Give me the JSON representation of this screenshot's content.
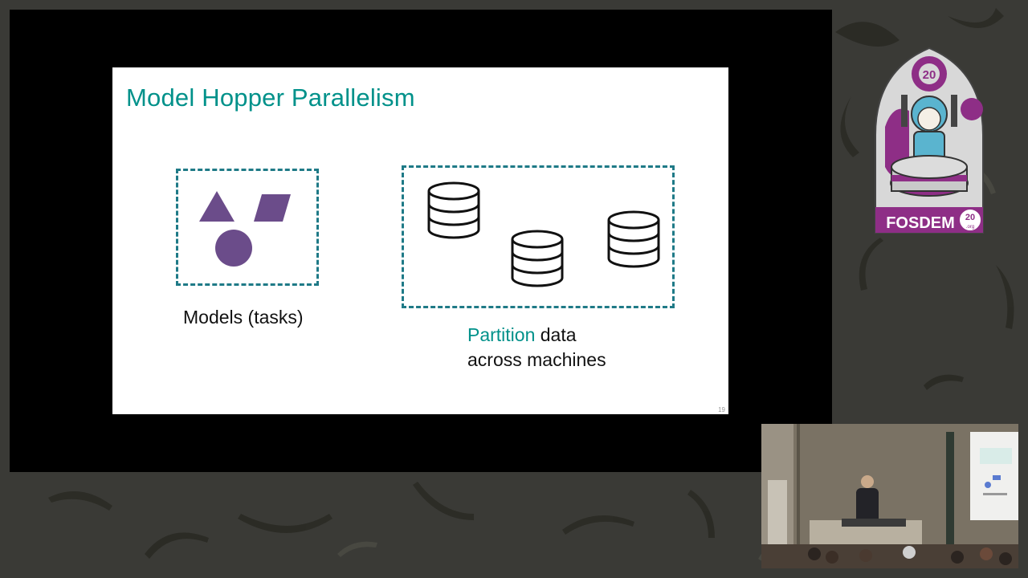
{
  "slide": {
    "title": "Model Hopper Parallelism",
    "models_caption": "Models (tasks)",
    "data_caption_accent": "Partition",
    "data_caption_rest": " data",
    "data_caption_line2": "across machines",
    "page_number": "19"
  },
  "logo": {
    "name": "FOSDEM",
    "badge_number": "20",
    "badge_bottom": "20",
    "badge_suffix": ".org"
  },
  "colors": {
    "title_accent": "#00918a",
    "dashed_border": "#1f7a87",
    "shapes": "#6b4c8a",
    "logo_purple": "#8e2e86"
  },
  "icons": [
    "triangle-shape-icon",
    "parallelogram-shape-icon",
    "circle-shape-icon",
    "database-icon"
  ]
}
